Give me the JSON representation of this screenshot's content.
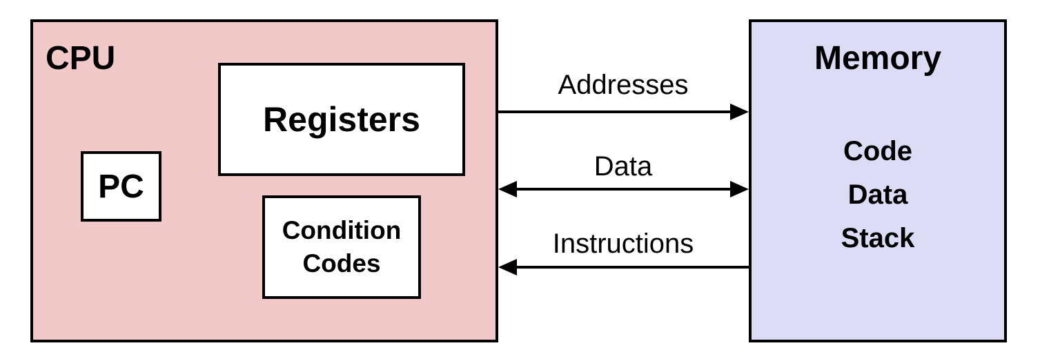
{
  "cpu": {
    "title": "CPU",
    "registers": "Registers",
    "pc": "PC",
    "condition_codes": [
      "Condition",
      "Codes"
    ],
    "fill_color": "#f2c9c9"
  },
  "memory": {
    "title": "Memory",
    "contents": [
      "Code",
      "Data",
      "Stack"
    ],
    "fill_color": "#dcdcf6"
  },
  "buses": {
    "addresses": "Addresses",
    "data": "Data",
    "instructions": "Instructions"
  }
}
